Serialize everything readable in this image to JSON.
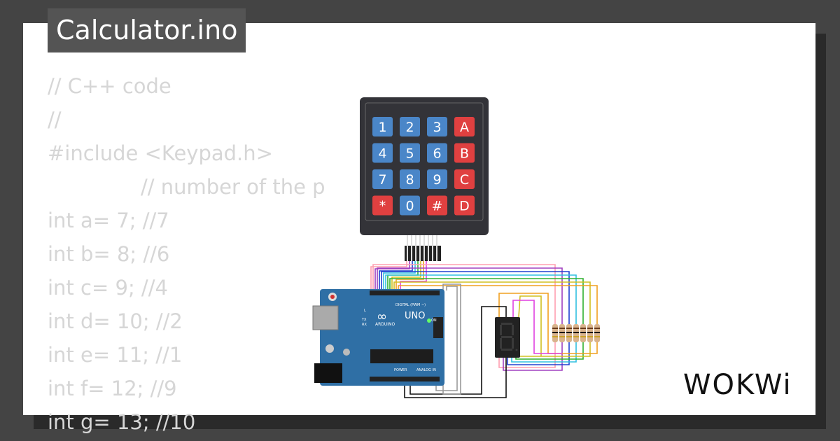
{
  "title": "Calculator.ino",
  "code_lines": [
    "// C++ code",
    "//",
    "#include <Keypad.h>",
    "// number of the p",
    "int a= 7; //7",
    "int b= 8; //6",
    "int c= 9; //4",
    "int d= 10; //2",
    "int e= 11; //1",
    "int f= 12; //9",
    "int g= 13; //10"
  ],
  "keypad": {
    "keys": [
      [
        "1",
        "2",
        "3",
        "A"
      ],
      [
        "4",
        "5",
        "6",
        "B"
      ],
      [
        "7",
        "8",
        "9",
        "C"
      ],
      [
        "*",
        "0",
        "#",
        "D"
      ]
    ],
    "colors": {
      "frame": "#333338",
      "number_key": "#4a86c8",
      "letter_key": "#e04040"
    }
  },
  "arduino": {
    "model": "UNO",
    "brand": "ARDUINO",
    "label_digital": "DIGITAL (PWM ~)",
    "label_power": "POWER",
    "label_analog": "ANALOG IN",
    "label_on": "ON",
    "label_tx": "TX",
    "label_rx": "RX",
    "label_l": "L",
    "color": "#2f6fa5"
  },
  "brand_logo": "WOKWi",
  "colors": {
    "background": "#444444",
    "card": "#ffffff",
    "title_bg": "#545454",
    "code_text": "#d6d6d6"
  }
}
